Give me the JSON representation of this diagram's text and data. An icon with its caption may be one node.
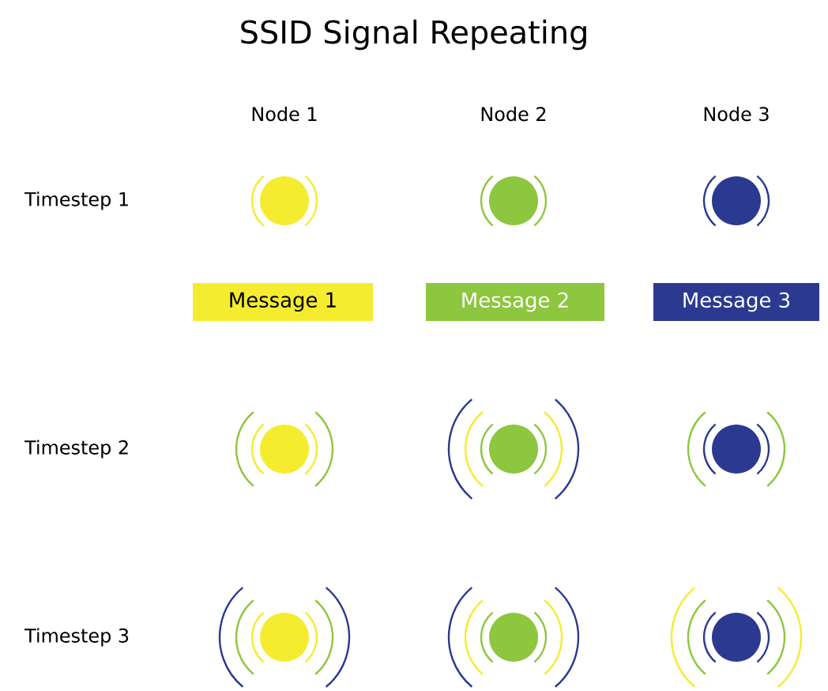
{
  "diagram": {
    "title": "SSID Signal Repeating",
    "nodes": [
      {
        "text": [],
        "shape": "circle"
      },
      {
        "text": [],
        "shape": "circle"
      },
      {
        "text": [],
        "shape": "circle"
      },
      {
        "text": [
          "Message 1"
        ]
      },
      {
        "text": [
          "Message 2"
        ]
      },
      {
        "text": [
          "Message 3"
        ]
      },
      {
        "text": [],
        "shape": "circle"
      },
      {
        "text": [],
        "shape": "circle"
      },
      {
        "text": [],
        "shape": "circle"
      },
      {
        "text": [],
        "shape": "circle"
      },
      {
        "text": [],
        "shape": "circle"
      },
      {
        "text": [],
        "shape": "circle"
      }
    ],
    "labels": [
      "Node 1",
      "Node 2",
      "Node 3",
      "Timestep 1",
      "Timestep 2",
      "Timestep 3"
    ]
  }
}
